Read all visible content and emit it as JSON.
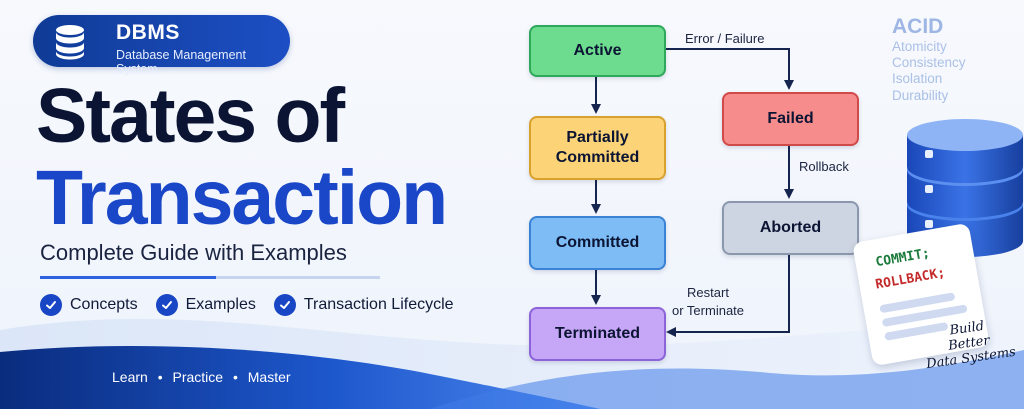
{
  "badge": {
    "title": "DBMS",
    "subtitle": "Database Management System",
    "icon": "database-icon"
  },
  "heading": {
    "line1": "States of",
    "line2": "Transaction",
    "subtitle": "Complete Guide with Examples"
  },
  "features": [
    {
      "label": "Concepts",
      "icon": "check-circle-icon"
    },
    {
      "label": "Examples",
      "icon": "check-circle-icon"
    },
    {
      "label": "Transaction Lifecycle",
      "icon": "check-circle-icon"
    }
  ],
  "footer": {
    "items": [
      "Learn",
      "Practice",
      "Master"
    ],
    "separator": "•"
  },
  "diagram": {
    "states": {
      "active": "Active",
      "partially_committed": "Partially Committed",
      "committed": "Committed",
      "terminated": "Terminated",
      "failed": "Failed",
      "aborted": "Aborted"
    },
    "edge_labels": {
      "error": "Error / Failure",
      "rollback": "Rollback",
      "restart_line1": "Restart",
      "restart_line2": "or Terminate"
    }
  },
  "acid": {
    "title": "ACID",
    "items": [
      "Atomicity",
      "Consistency",
      "Isolation",
      "Durability"
    ]
  },
  "note": {
    "commit": "COMMIT;",
    "rollback": "ROLLBACK;"
  },
  "slogan": {
    "line1": "Build",
    "line2": "Better",
    "line3": "Data Systems"
  },
  "colors": {
    "brand_blue": "#1a46c8",
    "active": "#6edc8f",
    "partially_committed": "#fcd377",
    "committed": "#7ebcf6",
    "terminated": "#c6a6f6",
    "failed": "#f78c8c",
    "aborted": "#cdd5e2"
  }
}
